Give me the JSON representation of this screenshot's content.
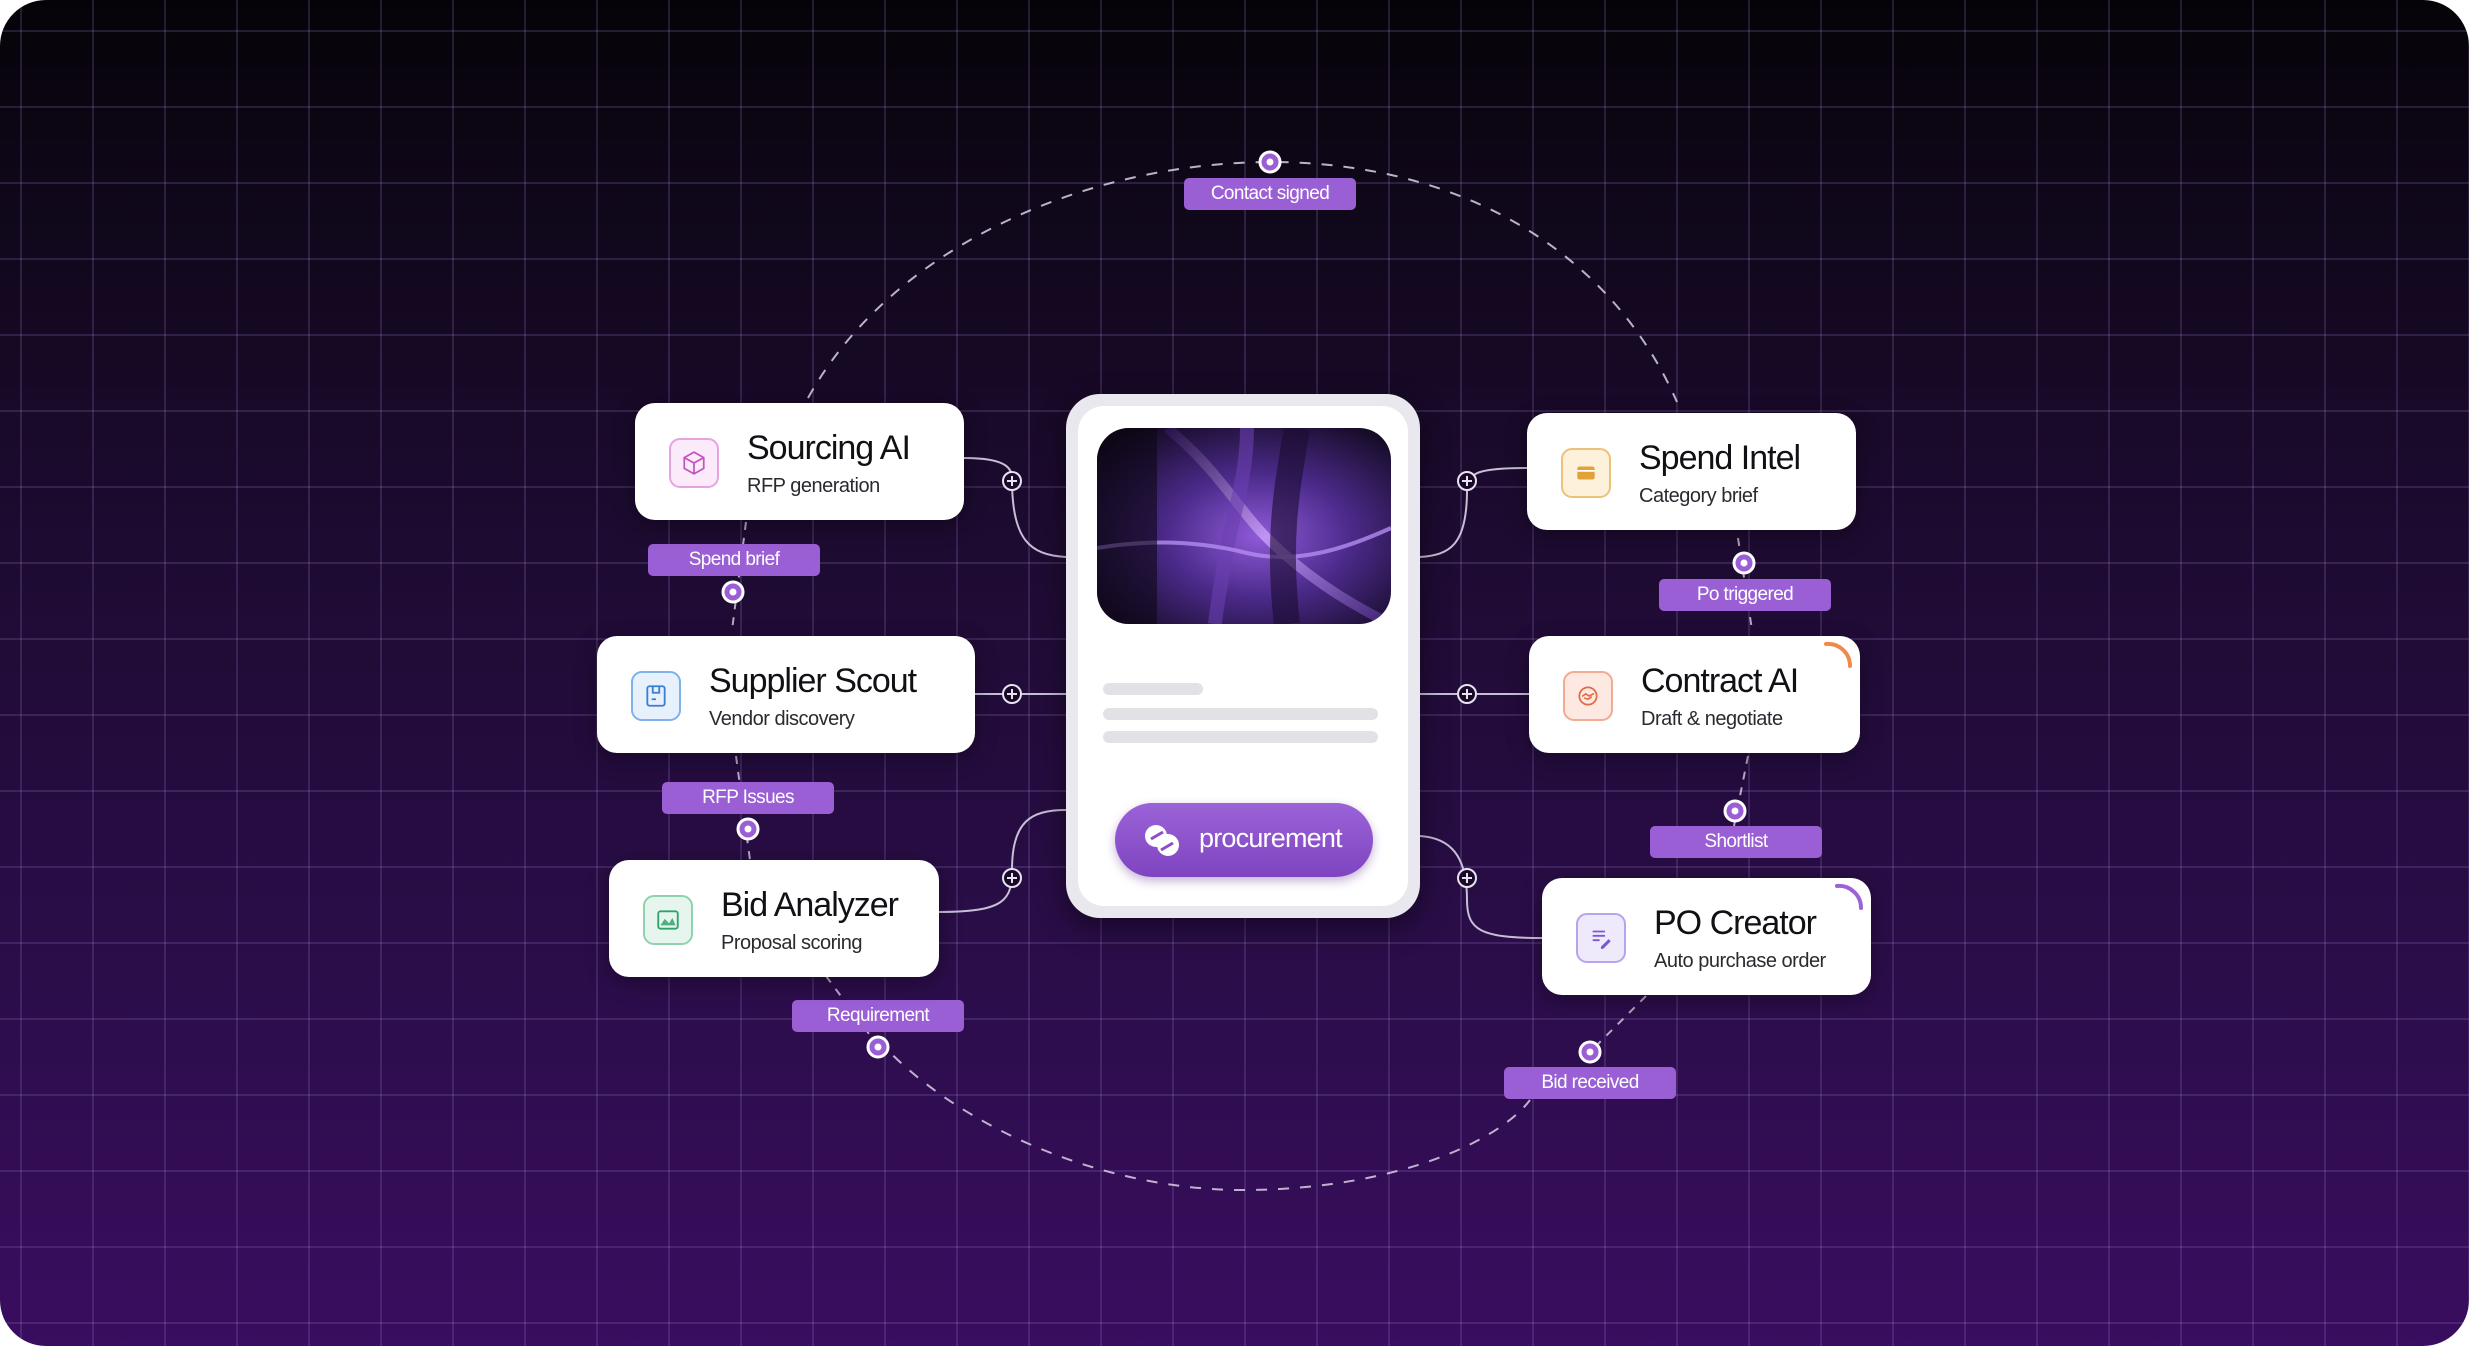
{
  "center": {
    "button_label": "procurement",
    "button_icon": "procurement-logo-icon"
  },
  "agents": [
    {
      "key": "sourcing",
      "title": "Sourcing AI",
      "subtitle": "RFP generation",
      "icon": "cube-icon",
      "color": "#d66bd0"
    },
    {
      "key": "supplier",
      "title": "Supplier Scout",
      "subtitle": "Vendor discovery",
      "icon": "storefront-icon",
      "color": "#4a8fe0"
    },
    {
      "key": "bid",
      "title": "Bid Analyzer",
      "subtitle": "Proposal scoring",
      "icon": "image-chart-icon",
      "color": "#3db37a"
    },
    {
      "key": "spend",
      "title": "Spend Intel",
      "subtitle": "Category brief",
      "icon": "card-icon",
      "color": "#e2a23a"
    },
    {
      "key": "contract",
      "title": "Contract AI",
      "subtitle": "Draft & negotiate",
      "icon": "handshake-icon",
      "color": "#e57a5a"
    },
    {
      "key": "po",
      "title": "PO Creator",
      "subtitle": "Auto purchase order",
      "icon": "list-pen-icon",
      "color": "#8b6ae0"
    }
  ],
  "labels": {
    "contact_signed": "Contact signed",
    "spend_brief": "Spend brief",
    "rfp_issues": "RFP Issues",
    "requirement": "Requirement",
    "po_triggered": "Po triggered",
    "shortlist": "Shortlist",
    "bid_received": "Bid received"
  },
  "colors": {
    "label_bg": "#9a5fd4",
    "accent": "#7f44c0",
    "contract_arc": "#f08a4b",
    "po_arc": "#9b63d8"
  }
}
